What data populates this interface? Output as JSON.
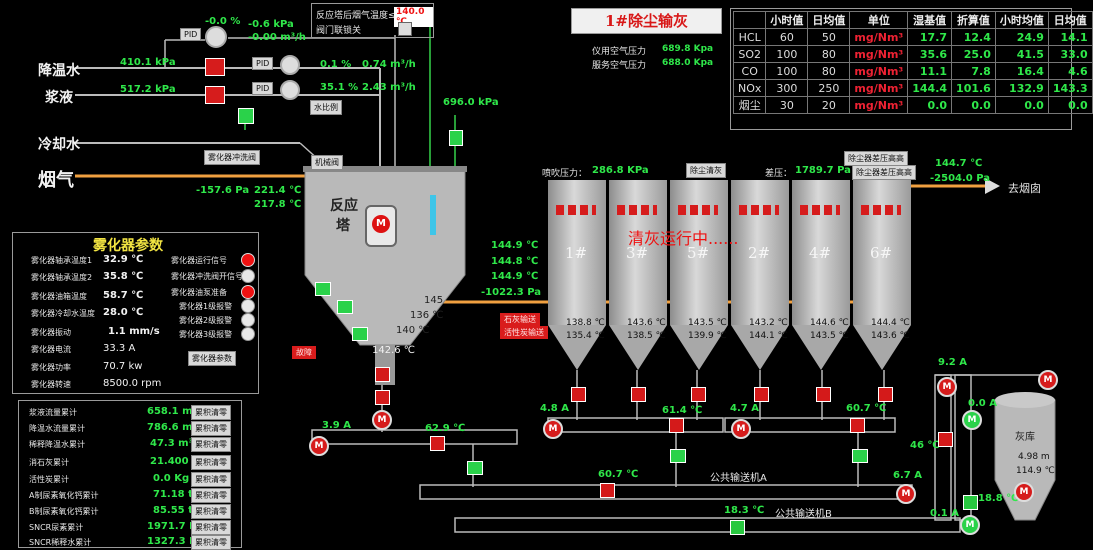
{
  "title": "1#除尘输灰",
  "top_status": {
    "label": "反应塔后烟气温度≤",
    "value": "140.0 ℃",
    "lock_label": "阀门联锁关"
  },
  "air": {
    "instrument_label": "仪用空气压力",
    "instrument_value": "689.8 Kpa",
    "service_label": "服务空气压力",
    "service_value": "688.0 Kpa"
  },
  "emissions": {
    "headers": [
      "",
      "小时值",
      "日均值",
      "单位",
      "湿基值",
      "折算值",
      "小时均值",
      "日均值"
    ],
    "rows": [
      {
        "name": "HCL",
        "hour_limit": "60",
        "day_limit": "50",
        "unit": "mg/Nm³",
        "wet": "17.7",
        "conv": "12.4",
        "hour_avg": "24.9",
        "day_avg": "14.1"
      },
      {
        "name": "SO2",
        "hour_limit": "100",
        "day_limit": "80",
        "unit": "mg/Nm³",
        "wet": "35.6",
        "conv": "25.0",
        "hour_avg": "41.5",
        "day_avg": "33.0"
      },
      {
        "name": "CO",
        "hour_limit": "100",
        "day_limit": "80",
        "unit": "mg/Nm³",
        "wet": "11.1",
        "conv": "7.8",
        "hour_avg": "16.4",
        "day_avg": "4.6"
      },
      {
        "name": "NOx",
        "hour_limit": "300",
        "day_limit": "250",
        "unit": "mg/Nm³",
        "wet": "144.4",
        "conv": "101.6",
        "hour_avg": "132.9",
        "day_avg": "143.3"
      },
      {
        "name": "烟尘",
        "hour_limit": "30",
        "day_limit": "20",
        "unit": "mg/Nm³",
        "wet": "0.0",
        "conv": "0.0",
        "hour_avg": "0.0",
        "day_avg": "0.0"
      }
    ]
  },
  "inlets": {
    "cooling_water": "降温水",
    "slurry": "浆液",
    "cold_water": "冷却水",
    "flue_gas": "烟气",
    "cooling_water_pressure": "410.1 kPa",
    "slurry_pressure": "517.2 kPa",
    "cooling_valve_pct": "-0.0 %",
    "cooling_valve_kpa": "-0.6 kPa",
    "cooling_valve_flow": "-0.00 m³/h",
    "valve2_pct": "0.1 %",
    "valve2_flow": "0.74 m³/h",
    "valve3_pct": "35.1 %",
    "valve3_flow": "2.43 m³/h",
    "pid1": "PID",
    "pid2": "PID",
    "pid3": "PID",
    "water_btn": "水比例",
    "top_line_pressure": "696.0 kPa",
    "flue_btn": "雾化器冲洗阀",
    "mech_label": "机械阀",
    "inlet_pa": "-157.6 Pa",
    "inlet_temp1": "221.4 ℃",
    "inlet_temp2": "217.8 ℃"
  },
  "tower": {
    "name_line1": "反应",
    "name_line2": "塔",
    "t145": "145",
    "t136": "136 ℃",
    "t140": "140 ℃",
    "bottom_temp": "142.6 ℃",
    "out_t1": "144.9 ℃",
    "out_t2": "144.8 ℃",
    "out_t3": "144.9 ℃",
    "out_pa": "-1022.3 Pa",
    "red_btn1": "石灰输送",
    "red_btn2": "活性炭输送",
    "red_alarm": "故障"
  },
  "atomizer": {
    "title": "雾化器参数",
    "params": [
      {
        "label": "雾化器轴承温度1",
        "value": "32.9 ℃"
      },
      {
        "label": "雾化器轴承温度2",
        "value": "35.8 ℃"
      },
      {
        "label": "雾化器油箱温度",
        "value": "58.7 ℃"
      },
      {
        "label": "雾化器冷却水温度",
        "value": "28.0 ℃"
      },
      {
        "label": "雾化器振动",
        "value": "1.1 mm/s"
      },
      {
        "label": "雾化器电流",
        "value": "33.3 A"
      },
      {
        "label": "雾化器功率",
        "value": "70.7 kw"
      },
      {
        "label": "雾化器转速",
        "value": "8500.0 rpm"
      }
    ],
    "status": [
      {
        "label": "雾化器运行信号",
        "color": "#e11"
      },
      {
        "label": "雾化器冲洗阀开信号",
        "color": "#e8e8e8"
      },
      {
        "label": "雾化器油泵准备",
        "color": "#e11"
      },
      {
        "label": "雾化器1级报警",
        "color": "#e8e8e8"
      },
      {
        "label": "雾化器2级报警",
        "color": "#e8e8e8"
      },
      {
        "label": "雾化器3级报警",
        "color": "#e8e8e8"
      }
    ],
    "button": "雾化器参数"
  },
  "totals": [
    {
      "label": "浆液流量累计",
      "value": "658.1 m³",
      "btn": "累积清零"
    },
    {
      "label": "降温水流量累计",
      "value": "786.6 m³",
      "btn": "累积清零"
    },
    {
      "label": "稀释降温水累计",
      "value": "47.3 m³",
      "btn": "累积清零"
    },
    {
      "label": "消石灰累计",
      "value": "21.400 t",
      "btn": "累积清零"
    },
    {
      "label": "活性炭累计",
      "value": "0.0 Kg",
      "btn": "累积清零"
    },
    {
      "label": "A制尿素氧化钙累计",
      "value": "71.18 t",
      "btn": "累积清零"
    },
    {
      "label": "B制尿素氧化钙累计",
      "value": "85.55 t",
      "btn": "累积清零"
    },
    {
      "label": "SNCR尿素累计",
      "value": "1971.7 L",
      "btn": "累积清零"
    },
    {
      "label": "SNCR稀释水累计",
      "value": "1327.3 L",
      "btn": "累积清零"
    }
  ],
  "baghouse": {
    "blow_label": "喷吹压力：",
    "blow_value": "286.8 KPa",
    "dust_btn": "除尘清灰",
    "dp_label": "差压：",
    "dp_value": "1789.7 Pa",
    "dp_btn1": "除尘器差压高高",
    "dp_btn2": "除尘器差压高高",
    "running_text": "清灰运行中......",
    "out_temp": "144.7 ℃",
    "out_pa": "-2504.0 Pa",
    "to_stack": "去烟囱",
    "silos": [
      {
        "name": "1#",
        "t1": "138.8 ℃",
        "t2": "135.4 ℃"
      },
      {
        "name": "3#",
        "t1": "143.6 ℃",
        "t2": "138.5 ℃"
      },
      {
        "name": "5#",
        "t1": "143.5 ℃",
        "t2": "139.9 ℃"
      },
      {
        "name": "2#",
        "t1": "143.2 ℃",
        "t2": "144.1 ℃"
      },
      {
        "name": "4#",
        "t1": "144.6 ℃",
        "t2": "143.5 ℃"
      },
      {
        "name": "6#",
        "t1": "144.4 ℃",
        "t2": "143.6 ℃"
      }
    ]
  },
  "conveyors": {
    "left_current": "3.9 A",
    "left_temp": "62.9 ℃",
    "mid_current": "4.8 A",
    "mid_temp": "61.4 ℃",
    "mid2_current": "4.7 A",
    "mid2_temp": "60.7 ℃",
    "pub_a_temp": "60.7 ℃",
    "pub_a_current": "6.7 A",
    "pub_a_label": "公共输送机A",
    "pub_b_temp": "18.3 ℃",
    "pub_b_label": "公共输送机B",
    "pub_b_current": "0.1 A",
    "elev_current1": "9.2 A",
    "elev_current2": "0.0 A",
    "elev_temp1": "46 ℃",
    "elev_temp2": "18.8 ℃"
  },
  "ash_silo": {
    "label": "灰库",
    "level": "4.98 m",
    "temp": "114.9 ℃"
  }
}
